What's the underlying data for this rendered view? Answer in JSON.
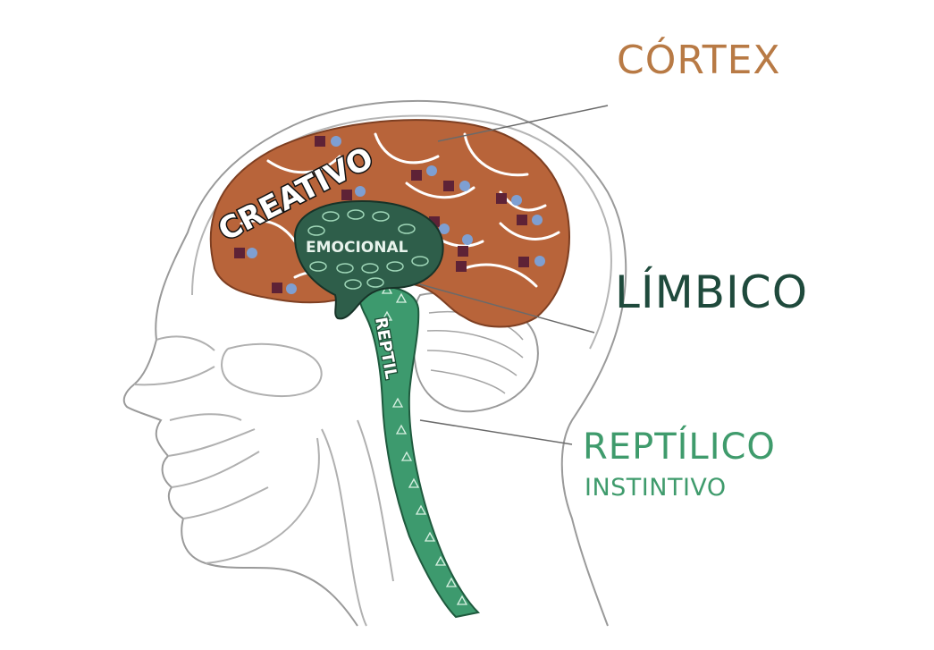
{
  "labels": {
    "cortex": "CÓRTEX",
    "limbico": "LÍMBICO",
    "reptilico": "REPTÍLICO",
    "instintivo": "INSTINTIVO"
  },
  "brain_text": {
    "creativo": "CREATIVO",
    "emocional": "EMOCIONAL",
    "reptil": "REPTIL"
  },
  "colors": {
    "cortex": "#b8643a",
    "cortex_label": "#b87a45",
    "limbic": "#2e5e4a",
    "limbic_label": "#1f4a3c",
    "reptilian": "#3d9a6e",
    "reptilian_label": "#3f9b6c",
    "outline": "#9a9a9a",
    "marker_square": "#5e2236",
    "marker_dot": "#7e9fd2"
  }
}
